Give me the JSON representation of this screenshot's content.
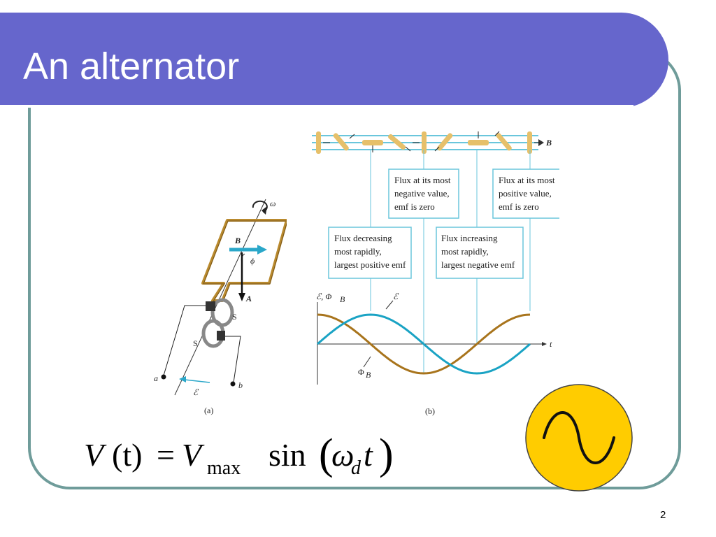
{
  "slide": {
    "title": "An alternator",
    "page_number": "2"
  },
  "figure_a": {
    "caption": "(a)",
    "labels": {
      "omega": "ω",
      "field": "B",
      "angle": "ϕ",
      "area": "A",
      "slip_ring_upper": "S",
      "slip_ring_lower": "S",
      "terminal_a": "a",
      "terminal_b": "b",
      "emf": "ℰ"
    }
  },
  "figure_b": {
    "caption": "(b)",
    "field_label": "B",
    "axis_y_label": "ℰ, Φ",
    "axis_y_label_sub": "B",
    "axis_x_label": "t",
    "curve_emf_label": "ℰ",
    "curve_flux_label": "Φ",
    "curve_flux_label_sub": "B",
    "callouts": [
      {
        "lines": [
          "Flux at its most",
          "negative value,",
          "emf is zero"
        ]
      },
      {
        "lines": [
          "Flux at its most",
          "positive value,",
          "emf is zero"
        ]
      },
      {
        "lines": [
          "Flux decreasing",
          "most rapidly,",
          "largest positive emf"
        ]
      },
      {
        "lines": [
          "Flux increasing",
          "most rapidly,",
          "largest negative emf"
        ]
      }
    ],
    "colors": {
      "emf": "#1aa3c4",
      "flux": "#a8741c",
      "coil": "#e6c06a",
      "rail": "#6ac6dc"
    }
  },
  "formula": {
    "lhs": "V",
    "lhs_arg": "(t)",
    "equals": "=",
    "vmax": "V",
    "vmax_sub": "max",
    "func": "sin",
    "omega": "ω",
    "omega_sub": "d",
    "t": "t"
  },
  "ac_symbol": {
    "icon": "ac-sine-icon",
    "fill": "#ffcc00"
  }
}
